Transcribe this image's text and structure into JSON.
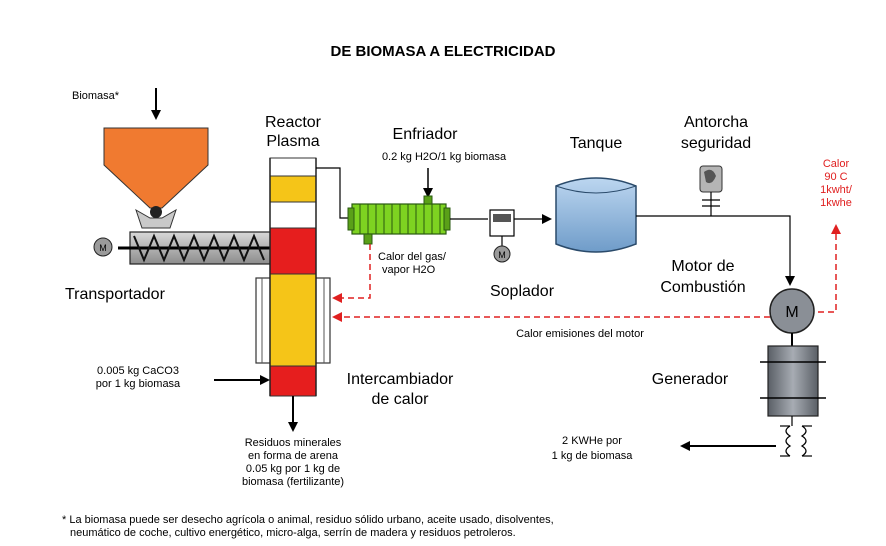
{
  "title": "DE BIOMASA A ELECTRICIDAD",
  "labels": {
    "biomasa_input": "Biomasa*",
    "reactor_line1": "Reactor",
    "reactor_line2": "Plasma",
    "enfriador": "Enfriador",
    "enfriador_note": "0.2 kg H2O/1 kg biomasa",
    "tanque": "Tanque",
    "antorcha_line1": "Antorcha",
    "antorcha_line2": "seguridad",
    "calor_line1": "Calor",
    "calor_line2": "90 C",
    "calor_line3": "1kwht/",
    "calor_line4": "1kwhe",
    "calor_gas_line1": "Calor del gas/",
    "calor_gas_line2": "vapor H2O",
    "soplador": "Soplador",
    "motor_line1": "Motor de",
    "motor_line2": "Combustión",
    "transportador": "Transportador",
    "calor_emisiones": "Calor emisiones del motor",
    "caco3_line1": "0.005 kg CaCO3",
    "caco3_line2": "por 1 kg biomasa",
    "intercambiador_line1": "Intercambiador",
    "intercambiador_line2": "de calor",
    "generador": "Generador",
    "residuos_line1": "Residuos minerales",
    "residuos_line2": "en forma de arena",
    "residuos_line3": "0.05 kg por 1 kg de",
    "residuos_line4": "biomasa (fertilizante)",
    "kwhe_line1": "2 KWHe por",
    "kwhe_line2": "1 kg de biomasa",
    "motor_m": "M",
    "soplador_m": "M",
    "transportador_m": "M"
  },
  "footnote": {
    "line1": "* La biomasa puede ser desecho agrícola o animal, residuo sólido urbano, aceite usado, disolventes,",
    "line2": "neumático de coche, cultivo energético, micro-alga, serrín de madera y residuos petroleros."
  },
  "colors": {
    "hopper": "#f07a30",
    "reactor_red": "#e61e1e",
    "reactor_yellow": "#f5c518",
    "cooler_green": "#7ed321",
    "tank_blue": "#9ec3e6",
    "generator_gray": "#8a8f96",
    "heat_line": "#e02020"
  }
}
